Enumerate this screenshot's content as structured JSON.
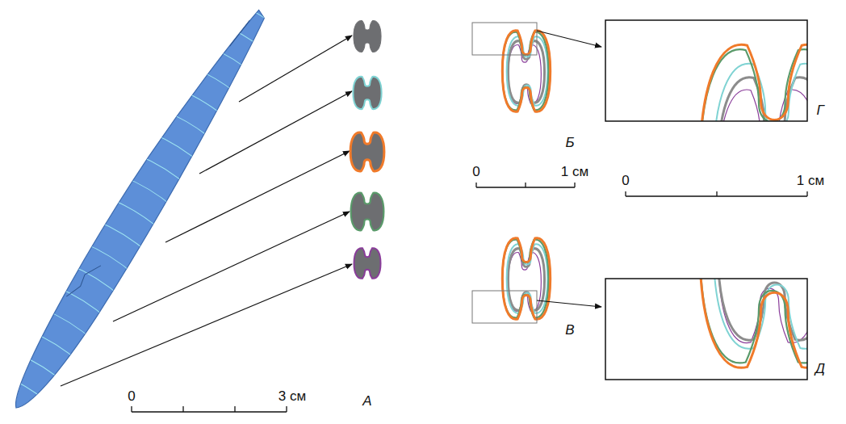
{
  "diagram": {
    "labels": [
      "0",
      "3 см",
      "А",
      "Б",
      "0",
      "1 см",
      "Г",
      "0",
      "1 см",
      "В",
      "Д"
    ]
  }
}
